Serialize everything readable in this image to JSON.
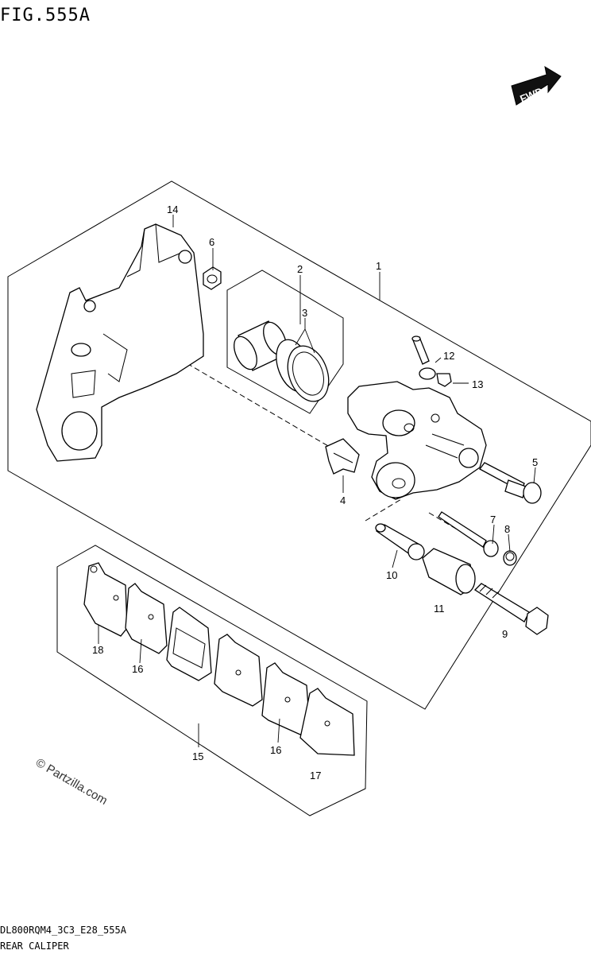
{
  "figure": {
    "title": "FIG.555A",
    "footer_code": "DL800RQM4_3C3_E28_555A",
    "footer_name": "REAR CALIPER",
    "watermark": "© Partzilla.com",
    "fwd_label": "FWD"
  },
  "callouts": [
    {
      "id": "c1",
      "text": "1"
    },
    {
      "id": "c2",
      "text": "2"
    },
    {
      "id": "c3",
      "text": "3"
    },
    {
      "id": "c4",
      "text": "4"
    },
    {
      "id": "c5",
      "text": "5"
    },
    {
      "id": "c6",
      "text": "6"
    },
    {
      "id": "c7",
      "text": "7"
    },
    {
      "id": "c8",
      "text": "8"
    },
    {
      "id": "c9",
      "text": "9"
    },
    {
      "id": "c10",
      "text": "10"
    },
    {
      "id": "c11",
      "text": "11"
    },
    {
      "id": "c12",
      "text": "12"
    },
    {
      "id": "c13",
      "text": "13"
    },
    {
      "id": "c14",
      "text": "14"
    },
    {
      "id": "c15",
      "text": "15"
    },
    {
      "id": "c16a",
      "text": "16"
    },
    {
      "id": "c16b",
      "text": "16"
    },
    {
      "id": "c17",
      "text": "17"
    },
    {
      "id": "c18",
      "text": "18"
    }
  ]
}
